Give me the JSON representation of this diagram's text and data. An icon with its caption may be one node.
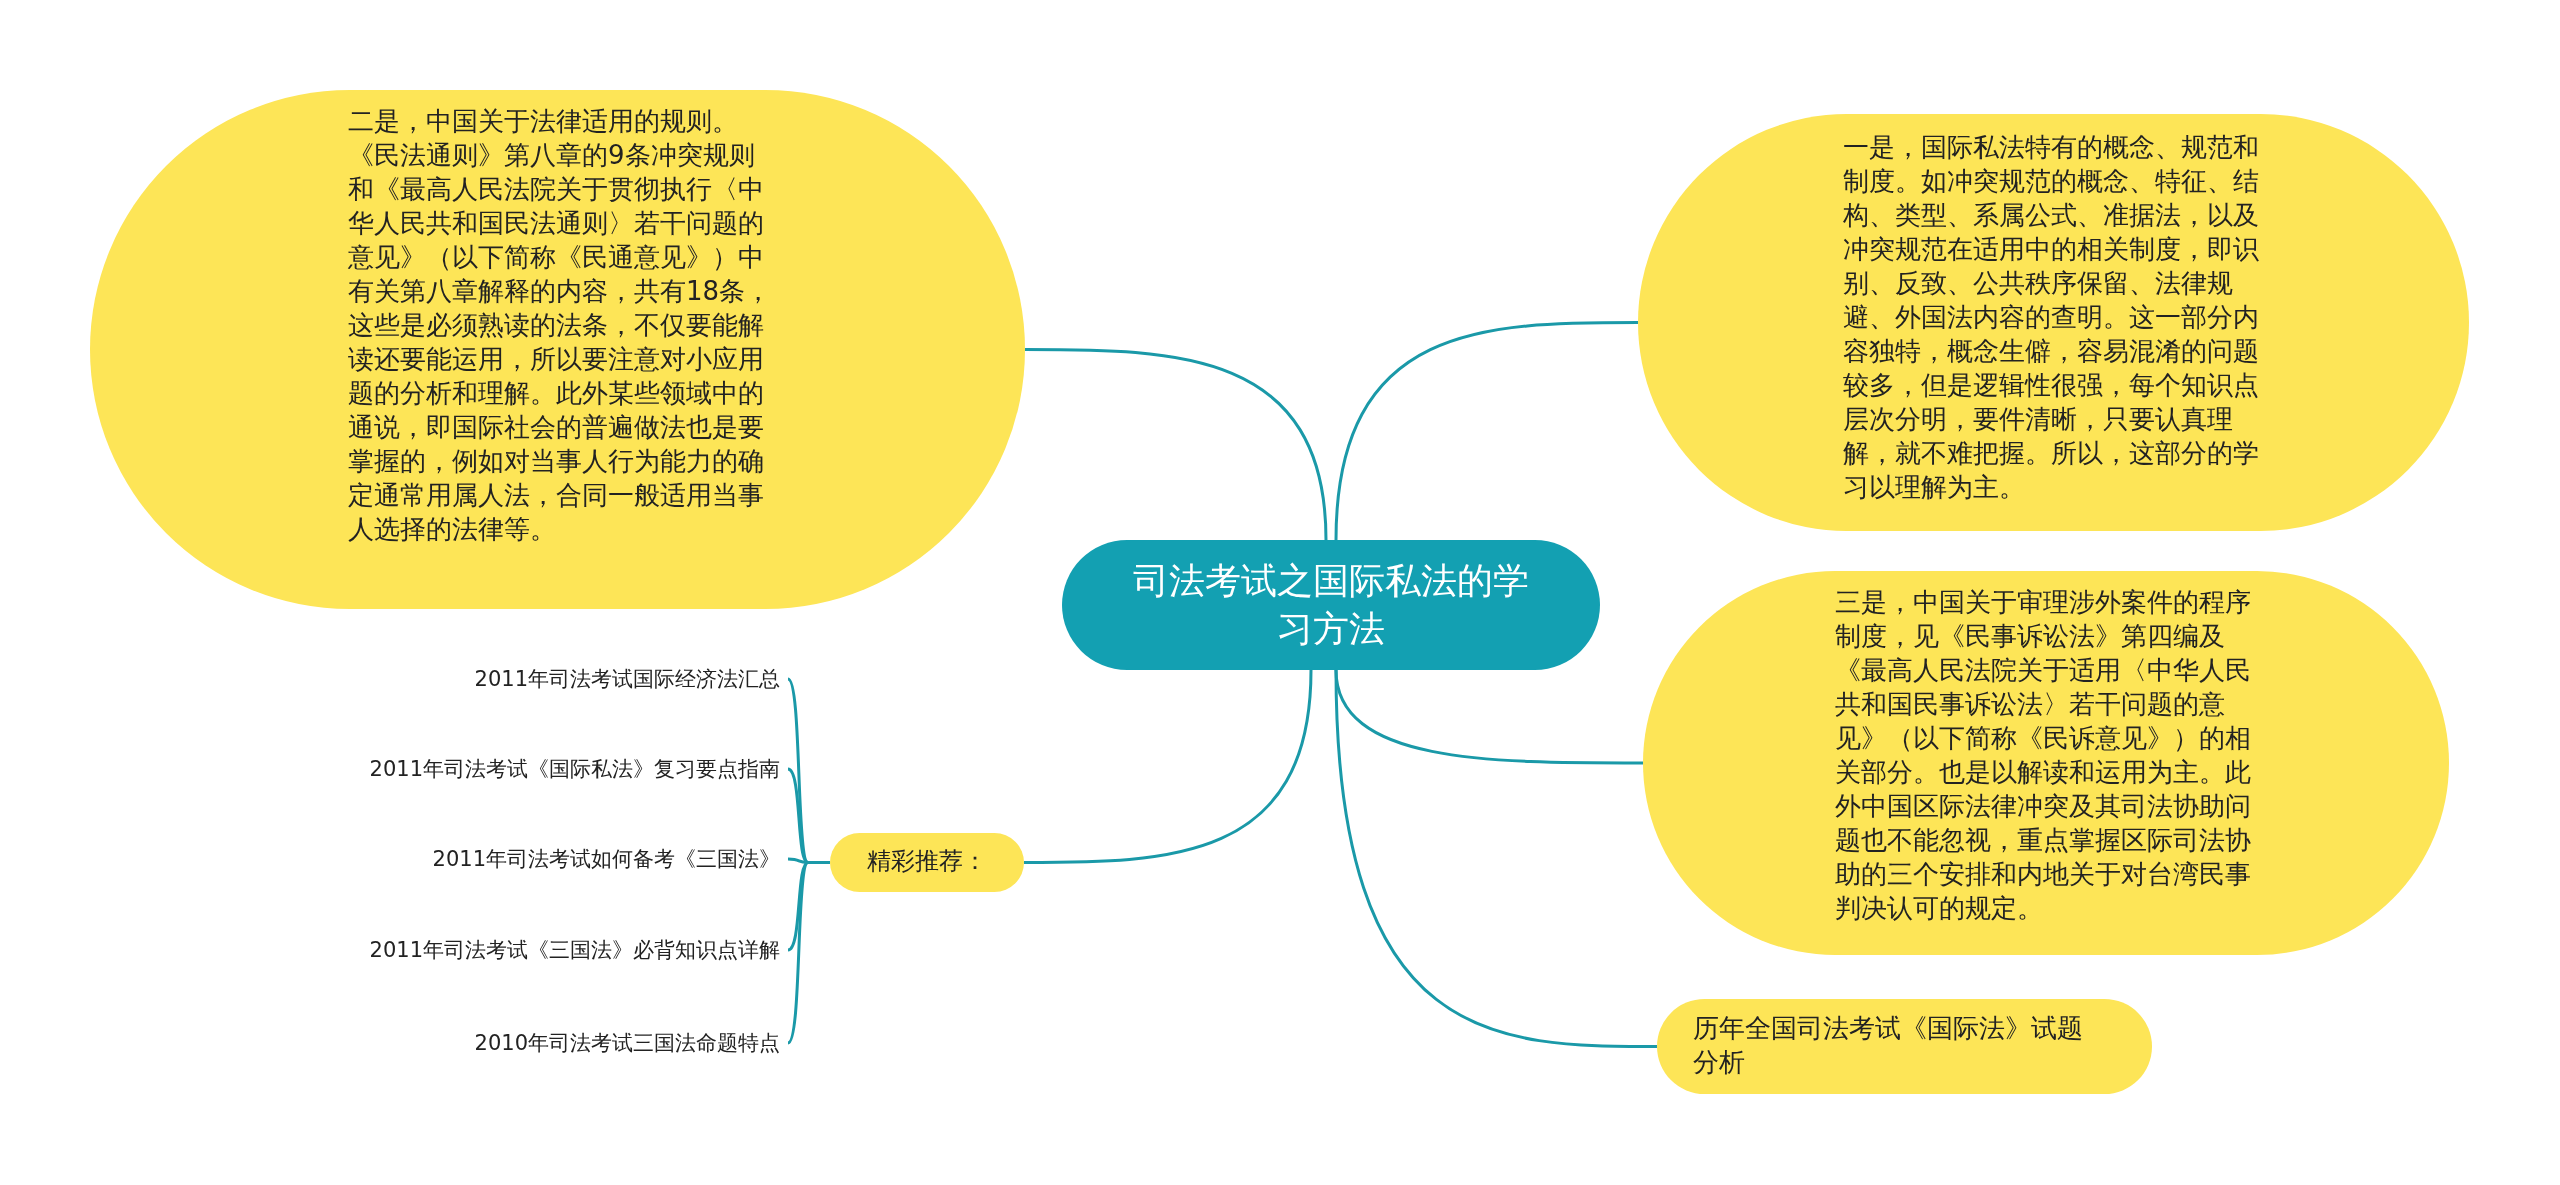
{
  "diagram": {
    "nodes": [
      {
        "text": [
          "司法考试之国际私法的学习方法"
        ]
      },
      {
        "text": [
          "二是，中国关于法律适用的规则。《民法通则》第八章的9条冲突规则和《最高人民法院关于贯彻执行〈中华人民共和国民法通则〉若干问题的意见》（以下简称《民通意见》）中有关第八章解释的内容，共有18条，这些是必须熟读的法条，不仅要能解读还要能运用，所以要注意对小应用题的分析和理解。此外某些领域中的通说，即国际社会的普遍做法也是要掌握的，例如对当事人行为能力的确定通常用属人法，合同一般适用当事人选择的法律等。"
        ]
      },
      {
        "text": [
          "一是，国际私法特有的概念、规范和制度。如冲突规范的概念、特征、结构、类型、系属公式、准据法，以及冲突规范在适用中的相关制度，即识别、反致、公共秩序保留、法律规避、外国法内容的查明。这一部分内容独特，概念生僻，容易混淆的问题较多，但是逻辑性很强，每个知识点层次分明，要件清晰，只要认真理解，就不难把握。所以，这部分的学习以理解为主。"
        ]
      },
      {
        "text": [
          "三是，中国关于审理涉外案件的程序制度，见《民事诉讼法》第四编及《最高人民法院关于适用〈中华人民共和国民事诉讼法〉若干问题的意见》（以下简称《民诉意见》）的相关部分。也是以解读和运用为主。此外中国区际法律冲突及其司法协助问题也不能忽视，重点掌握区际司法协助的三个安排和内地关于对台湾民事判决认可的规定。"
        ]
      },
      {
        "text": [
          "历年全国司法考试《国际法》试题分析"
        ]
      },
      {
        "text": [
          "精彩推荐："
        ]
      },
      {
        "text": [
          "2011年司法考试国际经济法汇总"
        ]
      },
      {
        "text": [
          "2011年司法考试《国际私法》复习要点指南"
        ]
      },
      {
        "text": [
          "2011年司法考试如何备考《三国法》"
        ]
      },
      {
        "text": [
          "2011年司法考试《三国法》必背知识点详解"
        ]
      },
      {
        "text": [
          "2010年司法考试三国法命题特点"
        ]
      }
    ],
    "edges": [
      {
        "from": 0,
        "to": 1,
        "arrow": "none"
      },
      {
        "from": 0,
        "to": 2,
        "arrow": "none"
      },
      {
        "from": 0,
        "to": 3,
        "arrow": "none"
      },
      {
        "from": 0,
        "to": 4,
        "arrow": "none"
      },
      {
        "from": 0,
        "to": 5,
        "arrow": "none"
      },
      {
        "from": 5,
        "to": 6,
        "arrow": "none"
      },
      {
        "from": 5,
        "to": 7,
        "arrow": "none"
      },
      {
        "from": 5,
        "to": 8,
        "arrow": "none"
      },
      {
        "from": 5,
        "to": 9,
        "arrow": "none"
      },
      {
        "from": 5,
        "to": 10,
        "arrow": "none"
      }
    ]
  }
}
